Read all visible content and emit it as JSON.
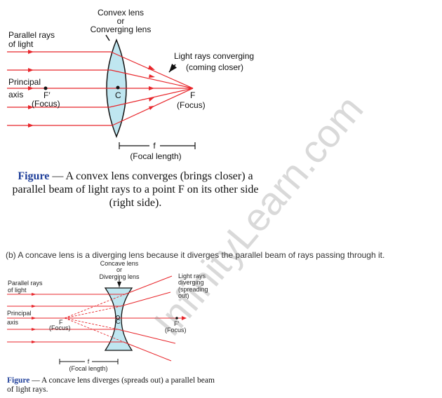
{
  "figure1": {
    "lens_label_1": "Convex lens",
    "lens_label_or": "or",
    "lens_label_2": "Converging lens",
    "parallel_1": "Parallel rays",
    "parallel_2": "of light",
    "converging_1": "Light rays converging",
    "converging_2": "(coming closer)",
    "principal": "Principal",
    "axis": "axis",
    "f_prime": "F′",
    "focus_left": "(Focus)",
    "center": "C",
    "f": "F",
    "focus_right": "(Focus)",
    "f_symbol": "f",
    "focal_length": "(Focal length)",
    "caption_label": "Figure",
    "caption_text": " — A convex lens converges (brings closer) a parallel beam of light rays to a point F on its other side (right side)."
  },
  "paragraph": "(b) A concave lens is a diverging lens because it diverges the parallel beam of rays passing through it.",
  "figure2": {
    "lens_label_1": "Concave lens",
    "lens_label_or": "or",
    "lens_label_2": "Diverging lens",
    "parallel_1": "Parallel rays",
    "parallel_2": "of light",
    "diverging_1": "Light rays",
    "diverging_2": "diverging",
    "diverging_3": "(spreading",
    "diverging_4": "out)",
    "principal": "Principal",
    "axis": "axis",
    "f": "F",
    "focus_left": "(Focus)",
    "center": "C",
    "f_prime": "F′",
    "focus_right": "(Focus)",
    "f_symbol": "f",
    "focal_length": "(Focal length)",
    "caption_label": "Figure",
    "caption_text": " — A concave lens diverges (spreads out) a parallel beam of light rays."
  },
  "watermark": "InfinityLearn.com",
  "colors": {
    "ray": "#e8262b",
    "lens": "#bfe6f0",
    "figure_label": "#1f3f9a"
  }
}
